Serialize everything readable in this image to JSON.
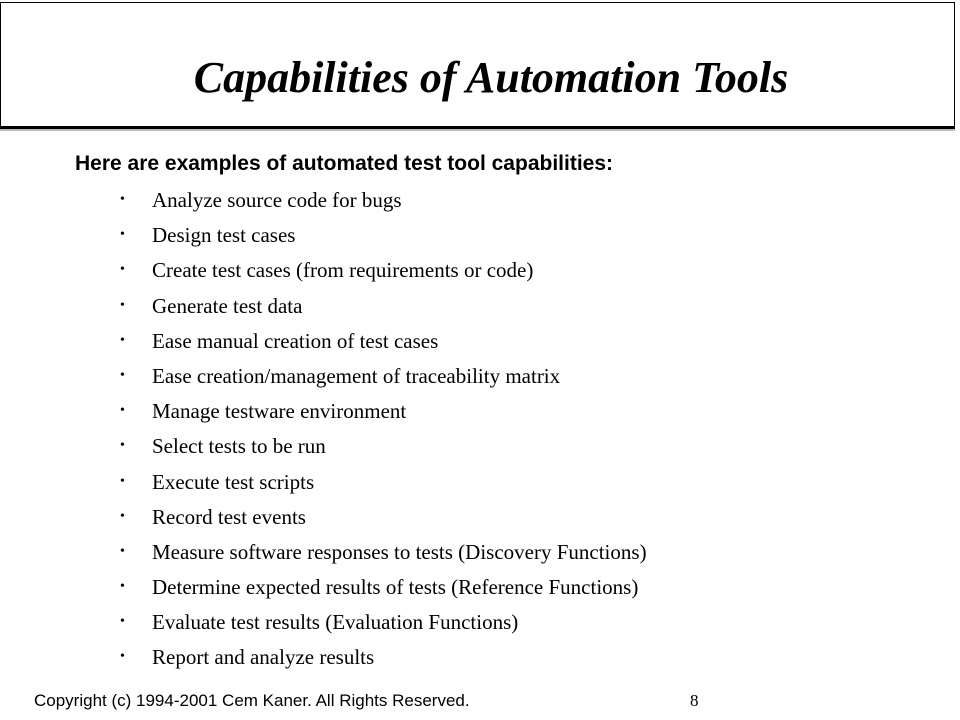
{
  "slide": {
    "title": "Capabilities of Automation Tools",
    "intro": "Here are examples of automated test tool capabilities:",
    "bullet_symbol": "•",
    "items": [
      "Analyze source code for bugs",
      "Design test cases",
      "Create test cases (from requirements or code)",
      "Generate test data",
      "Ease manual creation of test cases",
      "Ease creation/management of traceability matrix",
      "Manage testware environment",
      "Select tests to be run",
      "Execute test scripts",
      "Record test events",
      "Measure software responses to tests (Discovery Functions)",
      "Determine expected results of tests (Reference Functions)",
      "Evaluate test results (Evaluation Functions)",
      "Report and analyze results"
    ],
    "footer": "Copyright (c) 1994-2001 Cem Kaner. All Rights Reserved.",
    "page_number": "8"
  }
}
